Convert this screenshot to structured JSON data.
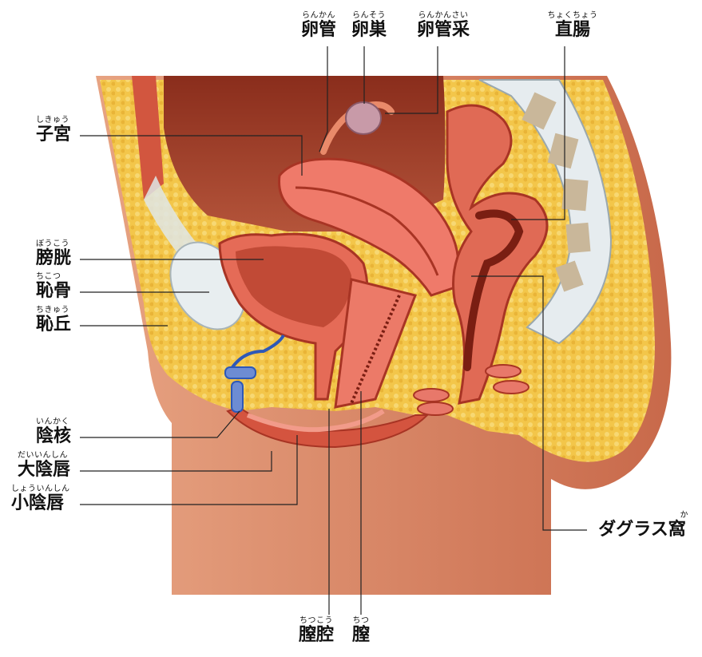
{
  "labels": {
    "rankan": {
      "main": "卵管",
      "ruby": "らんかん"
    },
    "ransou": {
      "main": "卵巣",
      "ruby": "らんそう"
    },
    "rankansai": {
      "main": "卵管采",
      "ruby": "らんかんさい"
    },
    "chokuchou": {
      "main": "直腸",
      "ruby": "ちょくちょう"
    },
    "shikyuu": {
      "main": "子宮",
      "ruby": "しきゅう"
    },
    "boukou": {
      "main": "膀胱",
      "ruby": "ぼうこう"
    },
    "chikotsu": {
      "main": "恥骨",
      "ruby": "ちこつ"
    },
    "chikyuu": {
      "main": "恥丘",
      "ruby": "ちきゅう"
    },
    "inkaku": {
      "main": "陰核",
      "ruby": "いんかく"
    },
    "daiinshin": {
      "main": "大陰唇",
      "ruby": "だいいんしん"
    },
    "shouinshin": {
      "main": "小陰唇",
      "ruby": "しょういんしん"
    },
    "douglas": {
      "main": "ダグラス窩",
      "ruby": "か"
    },
    "chikou": {
      "main": "膣腔",
      "ruby": "ちつこう"
    },
    "chitsu": {
      "main": "膣",
      "ruby": "ちつ"
    }
  },
  "colors": {
    "fat": "#f3c64a",
    "muscle": "#e0664f",
    "muscle_dark": "#a83424",
    "skin": "#d98766",
    "organ": "#f0857a",
    "bone": "#cfdbe0",
    "vein": "#2d58b8"
  }
}
